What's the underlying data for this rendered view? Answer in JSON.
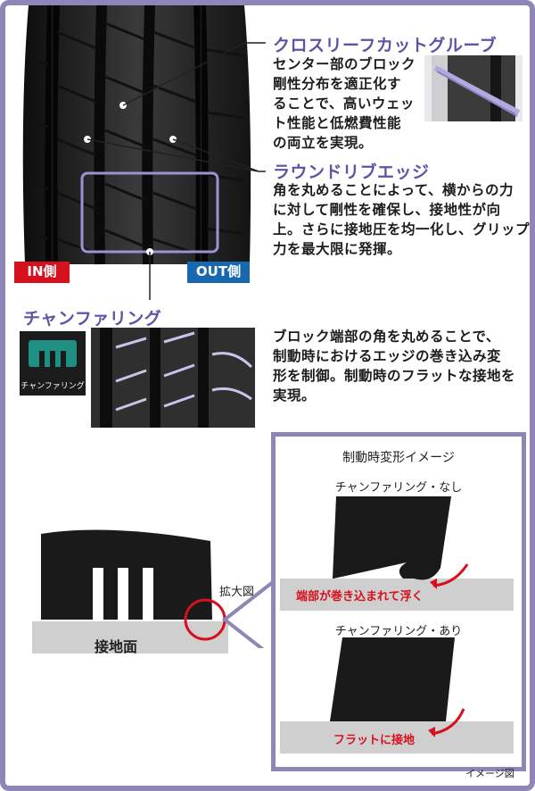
{
  "labels": {
    "in": "IN側",
    "out": "OUT側",
    "chamfer_icon_text": "チャンファリング",
    "enlarged": "拡大図",
    "contact_surface": "接地面",
    "image_note": "イメージ図"
  },
  "sections": {
    "cross_sleeve": {
      "title": "クロスリーフカットグルーブ",
      "lines": [
        "センター部のブロック",
        "剛性分布を適正化す",
        "ることで、高いウェッ",
        "ト性能と低燃費性能",
        "の両立を実現。"
      ]
    },
    "round_rib": {
      "title": "ラウンドリブエッジ",
      "lines": [
        "角を丸めることによって、横からの力",
        "に対して剛性を確保し、接地性が向",
        "上。さらに接地圧を均一化し、グリップ",
        "力を最大限に発揮。"
      ]
    },
    "chamfering": {
      "title": "チャンファリング",
      "lines": [
        "ブロック端部の角を丸めることで、",
        "制動時におけるエッジの巻き込み変",
        "形を制御。制動時のフラットな接地を",
        "実現。"
      ]
    }
  },
  "deformation_panel": {
    "title": "制動時変形イメージ",
    "without_label": "チャンファリング・なし",
    "without_note": "端部が巻き込まれて浮く",
    "with_label": "チャンファリング・あり",
    "with_note": "フラットに接地"
  },
  "colors": {
    "frame": "#8f86b6",
    "heading": "#5b55a6",
    "in_tag": "#d7101d",
    "out_tag": "#1868b0",
    "note_red": "#d7101d",
    "icon_teal": "#1f8f84"
  }
}
